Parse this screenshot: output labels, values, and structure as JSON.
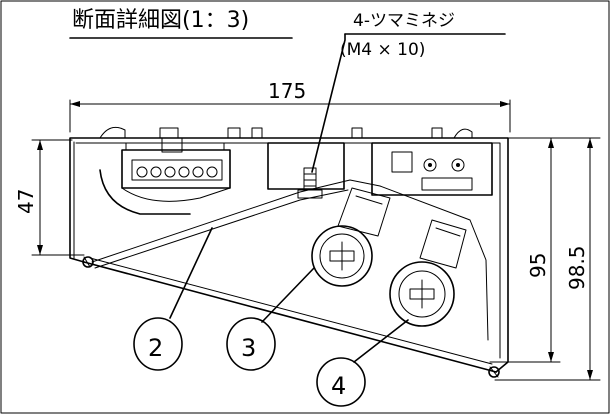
{
  "title": "断面詳細図(1：3)",
  "screw": {
    "label": "4-ツマミネジ",
    "spec": "(M4 × 10)"
  },
  "dimensions": {
    "width": "175",
    "height_left": "47",
    "height_inner": "95",
    "height_outer": "98.5"
  },
  "callouts": [
    "2",
    "3",
    "4"
  ]
}
